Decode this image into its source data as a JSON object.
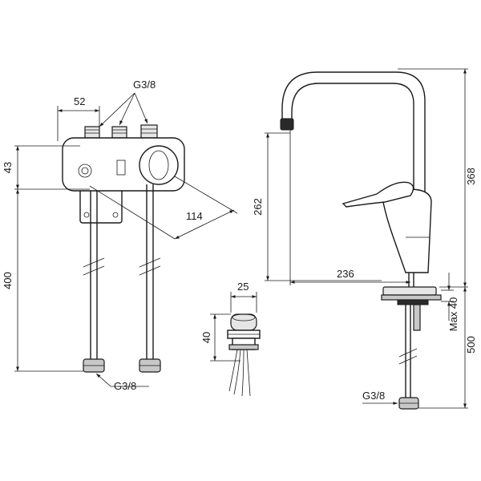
{
  "labels": {
    "d52": "52",
    "g38_top": "G3/8",
    "d43": "43",
    "d400": "400",
    "d114": "114",
    "g38_hose": "G3/8",
    "d25": "25",
    "d40": "40",
    "d262": "262",
    "d236": "236",
    "d368": "368",
    "max40": "Max 40",
    "d500": "500",
    "g38_tap": "G3/8"
  }
}
